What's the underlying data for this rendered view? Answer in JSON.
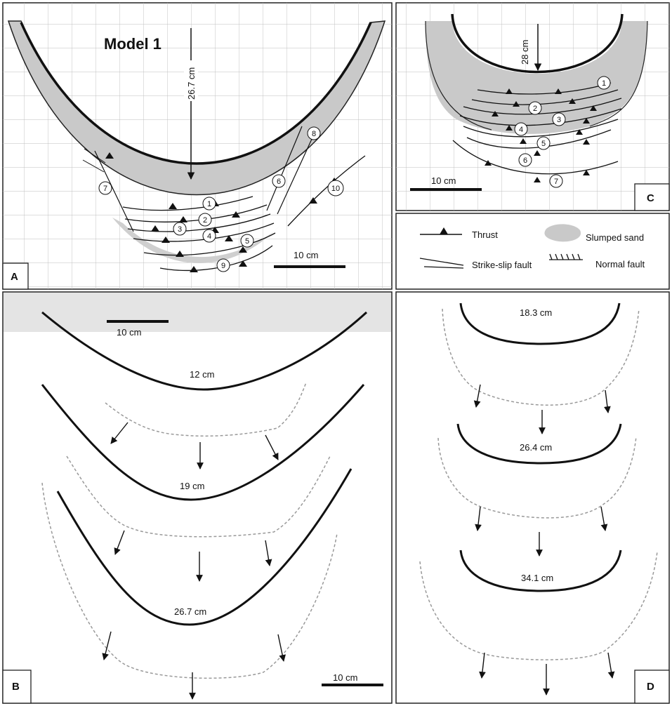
{
  "panel_a": {
    "letter": "A",
    "title": "Model 1",
    "displacement": "26.7 cm",
    "scale": "10 cm",
    "fault_numbers": [
      "1",
      "2",
      "3",
      "4",
      "5",
      "6",
      "7",
      "8",
      "9",
      "10"
    ]
  },
  "panel_b": {
    "letter": "B",
    "scale_top": "10 cm",
    "scale_bottom": "10 cm",
    "stages": [
      "12 cm",
      "19 cm",
      "26.7 cm"
    ]
  },
  "panel_c": {
    "letter": "C",
    "displacement": "28 cm",
    "scale": "10 cm",
    "fault_numbers": [
      "1",
      "2",
      "3",
      "4",
      "5",
      "6",
      "7"
    ]
  },
  "panel_d": {
    "letter": "D",
    "stages": [
      "18.3 cm",
      "26.4 cm",
      "34.1 cm"
    ]
  },
  "legend": {
    "thrust": "Thrust",
    "strike_slip": "Strike-slip fault",
    "slumped": "Slumped sand",
    "normal": "Normal fault"
  }
}
